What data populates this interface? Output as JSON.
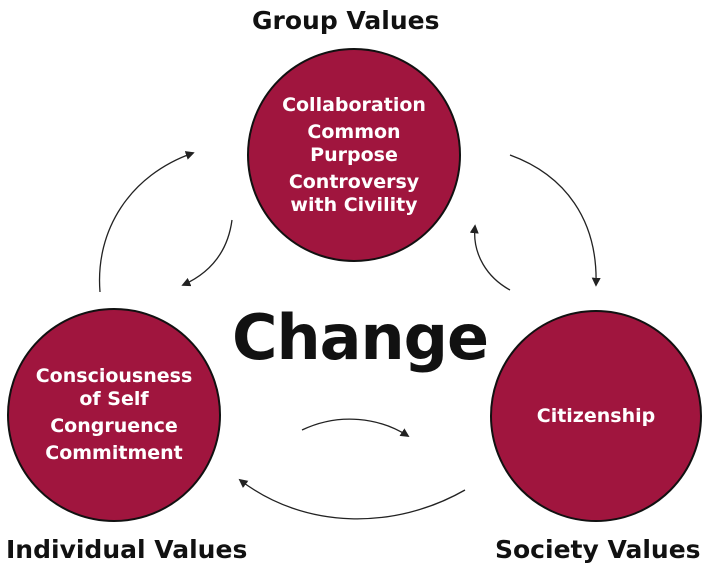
{
  "colors": {
    "circle_fill": "#A0153E",
    "outline": "#111111",
    "arrow": "#222222"
  },
  "center": {
    "label": "Change"
  },
  "group": {
    "heading": "Group Values",
    "values": [
      "Collaboration",
      "Common Purpose",
      "Controversy with Civility"
    ]
  },
  "individual": {
    "heading": "Individual Values",
    "values": [
      "Consciousness of Self",
      "Congruence",
      "Commitment"
    ]
  },
  "society": {
    "heading": "Society Values",
    "values": [
      "Citizenship"
    ]
  }
}
